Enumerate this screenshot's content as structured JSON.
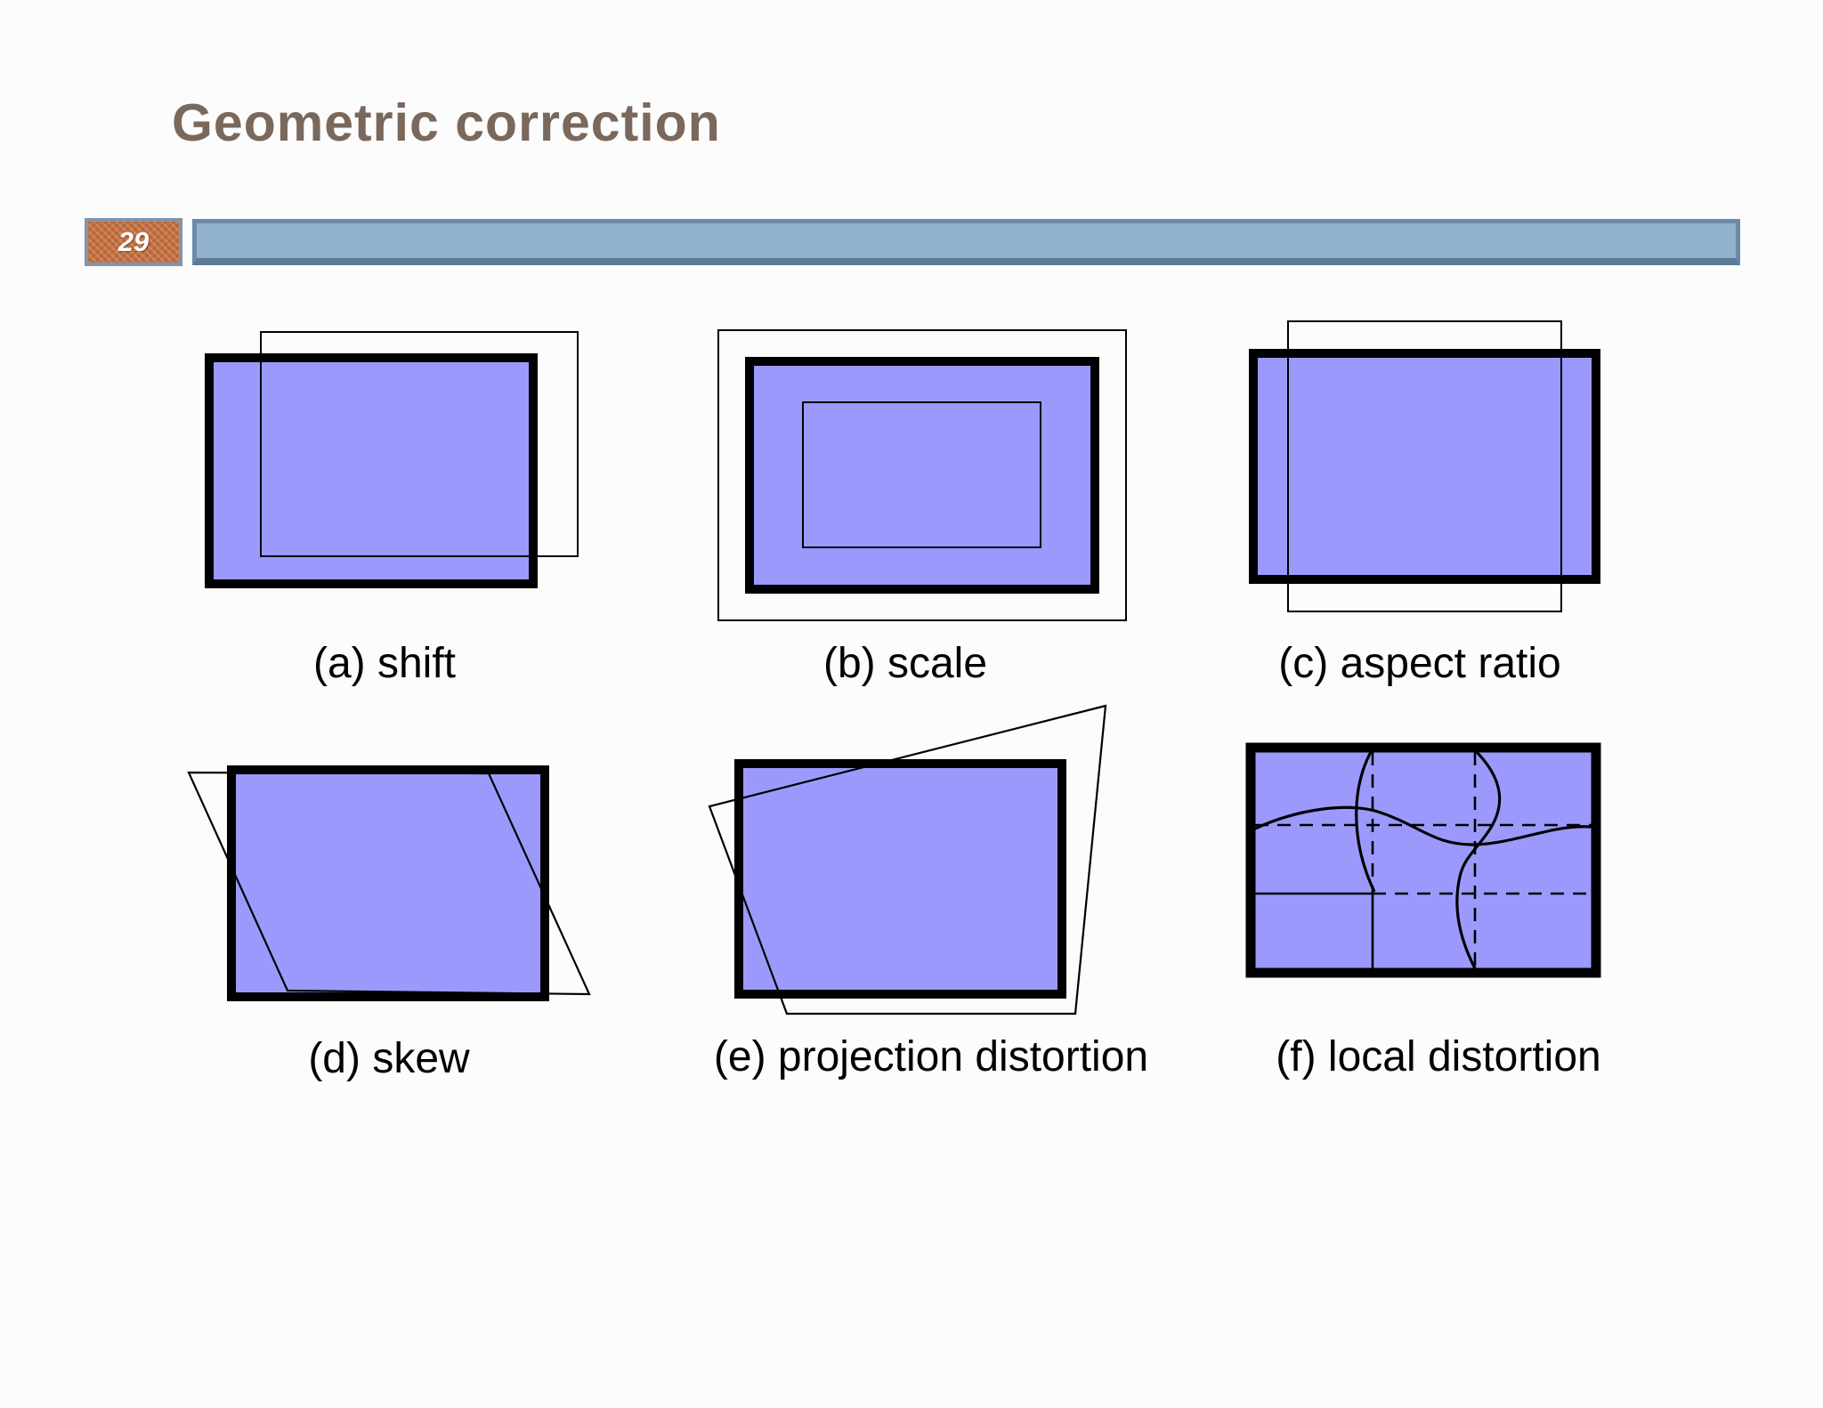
{
  "title": "Geometric correction",
  "page_number": "29",
  "colors": {
    "shape_fill": "#9b9afc",
    "shape_border": "#000000",
    "bar_fill": "#92b1cc",
    "bar_border": "#6d8ba8",
    "bar_border_bottom": "#5d7b98",
    "badge_fill": "#c4703f",
    "badge_border": "#8094ab",
    "title_color": "#7a685c",
    "caption_color": "#000000"
  },
  "figures": [
    {
      "id": "a",
      "caption": "(a) shift",
      "distortion": "shift"
    },
    {
      "id": "b",
      "caption": "(b) scale",
      "distortion": "scale"
    },
    {
      "id": "c",
      "caption": "(c) aspect ratio",
      "distortion": "aspect ratio"
    },
    {
      "id": "d",
      "caption": "(d) skew",
      "distortion": "skew"
    },
    {
      "id": "e",
      "caption": "(e) projection distortion",
      "distortion": "projection distortion"
    },
    {
      "id": "f",
      "caption": "(f) local distortion",
      "distortion": "local distortion"
    }
  ]
}
